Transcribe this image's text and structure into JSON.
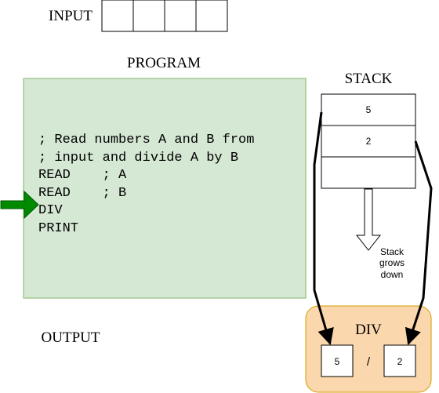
{
  "input": {
    "label": "INPUT",
    "cells": [
      "",
      "",
      "",
      ""
    ]
  },
  "program": {
    "label": "PROGRAM",
    "lines": [
      "; Read numbers A and B from",
      "; input and divide A by B",
      "READ    ; A",
      "READ    ; B",
      "DIV",
      "PRINT"
    ],
    "current_line": 4
  },
  "stack": {
    "label": "STACK",
    "cells": [
      "5",
      "2",
      ""
    ],
    "note_lines": [
      "Stack",
      "grows",
      "down"
    ]
  },
  "output": {
    "label": "OUTPUT"
  },
  "div_op": {
    "label": "DIV",
    "left": "5",
    "operator": "/",
    "right": "2"
  },
  "colors": {
    "program_fill": "#d5e8d4",
    "program_stroke": "#82b366",
    "div_fill": "#fad7ac",
    "div_stroke": "#d79b00",
    "pointer_arrow": "#008a00"
  }
}
